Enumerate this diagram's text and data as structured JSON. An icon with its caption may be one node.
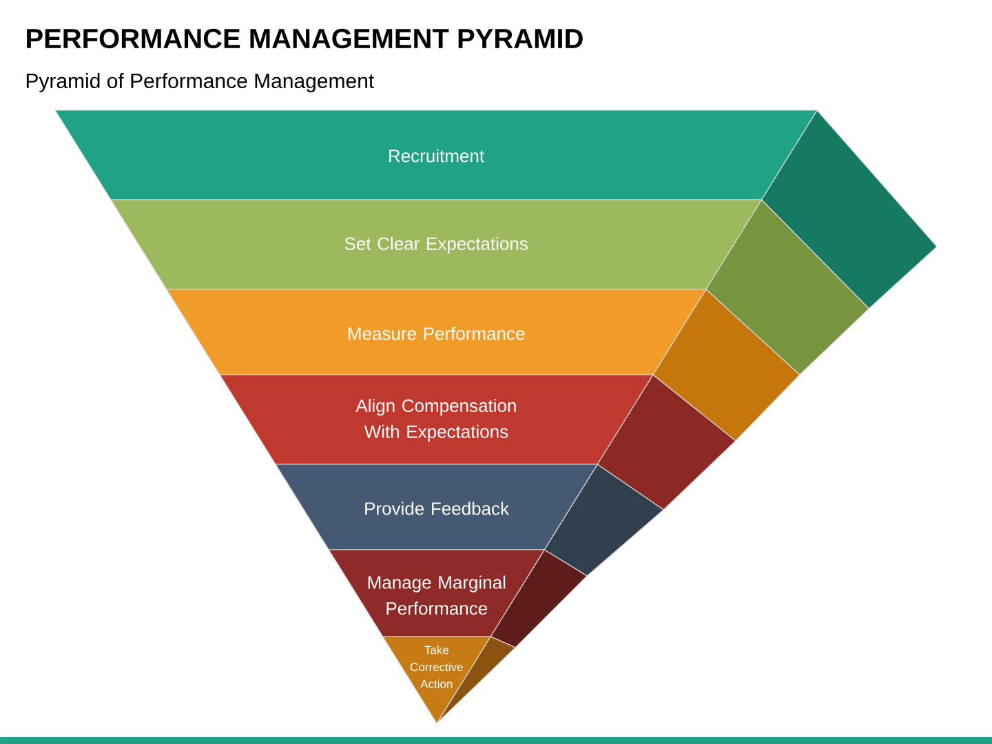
{
  "diagram": {
    "title": "PERFORMANCE MANAGEMENT PYRAMID",
    "nodes": [
      {
        "text": [
          "Recruitment"
        ]
      },
      {
        "text": [
          "Set Clear Expectations"
        ]
      },
      {
        "text": [
          "Measure Performance"
        ]
      },
      {
        "text": [
          "Align Compensation With Expectations"
        ]
      },
      {
        "text": [
          "Provide Feedback"
        ]
      },
      {
        "text": [
          "Manage Marginal Performance"
        ]
      },
      {
        "text": [
          "Take Corrective Action"
        ]
      }
    ],
    "labels": [
      "Pyramid of Performance Management"
    ]
  }
}
